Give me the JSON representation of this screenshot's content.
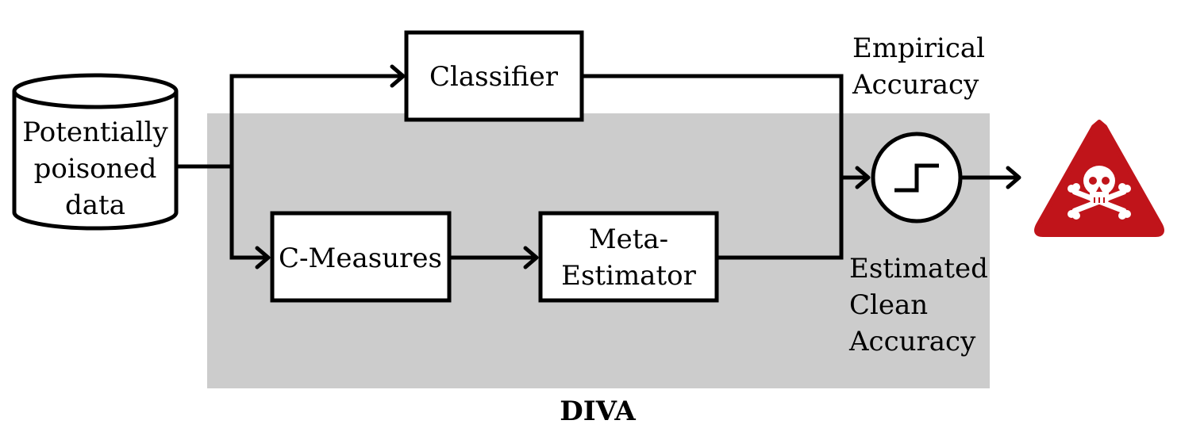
{
  "diagram": {
    "region_label": "DIVA",
    "data_source": {
      "lines": [
        "Potentially",
        "poisoned",
        "data"
      ]
    },
    "classifier": {
      "label": "Classifier"
    },
    "c_measures": {
      "label": "C-Measures"
    },
    "meta_estimator": {
      "lines": [
        "Meta-",
        "Estimator"
      ]
    },
    "empirical_accuracy": {
      "lines": [
        "Empirical",
        "Accuracy"
      ]
    },
    "estimated_clean_accuracy": {
      "lines": [
        "Estimated",
        "Clean",
        "Accuracy"
      ]
    },
    "comparator": {
      "icon": "step-function-icon"
    },
    "output": {
      "icon": "skull-crossbones-warning-icon"
    },
    "colors": {
      "diva_region": "#cccccc",
      "warning": "#c0141a",
      "ink": "#000000"
    }
  }
}
